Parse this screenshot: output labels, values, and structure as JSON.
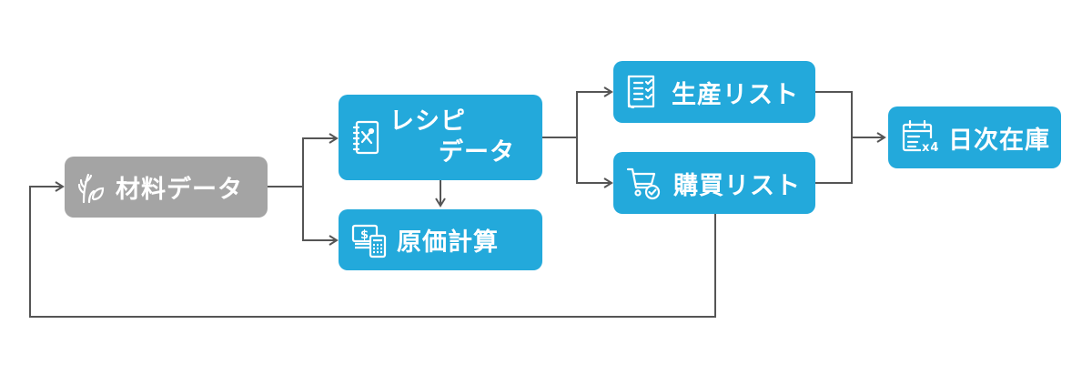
{
  "colors": {
    "node_blue": "#23a9db",
    "node_gray": "#a4a4a4",
    "connector": "#555555",
    "node_text": "#ffffff"
  },
  "nodes": {
    "materials": {
      "label": "材料データ",
      "icon": "wheat-leaf-icon"
    },
    "recipe": {
      "label_line1": "レシピ",
      "label_line2": "データ",
      "icon": "recipe-book-icon"
    },
    "cost": {
      "label": "原価計算",
      "icon": "money-calculator-icon"
    },
    "production": {
      "label": "生産リスト",
      "icon": "checklist-document-icon"
    },
    "purchase": {
      "label": "購買リスト",
      "icon": "shopping-cart-check-icon"
    },
    "inventory": {
      "label": "日次在庫",
      "icon": "calendar-x4-icon"
    }
  }
}
